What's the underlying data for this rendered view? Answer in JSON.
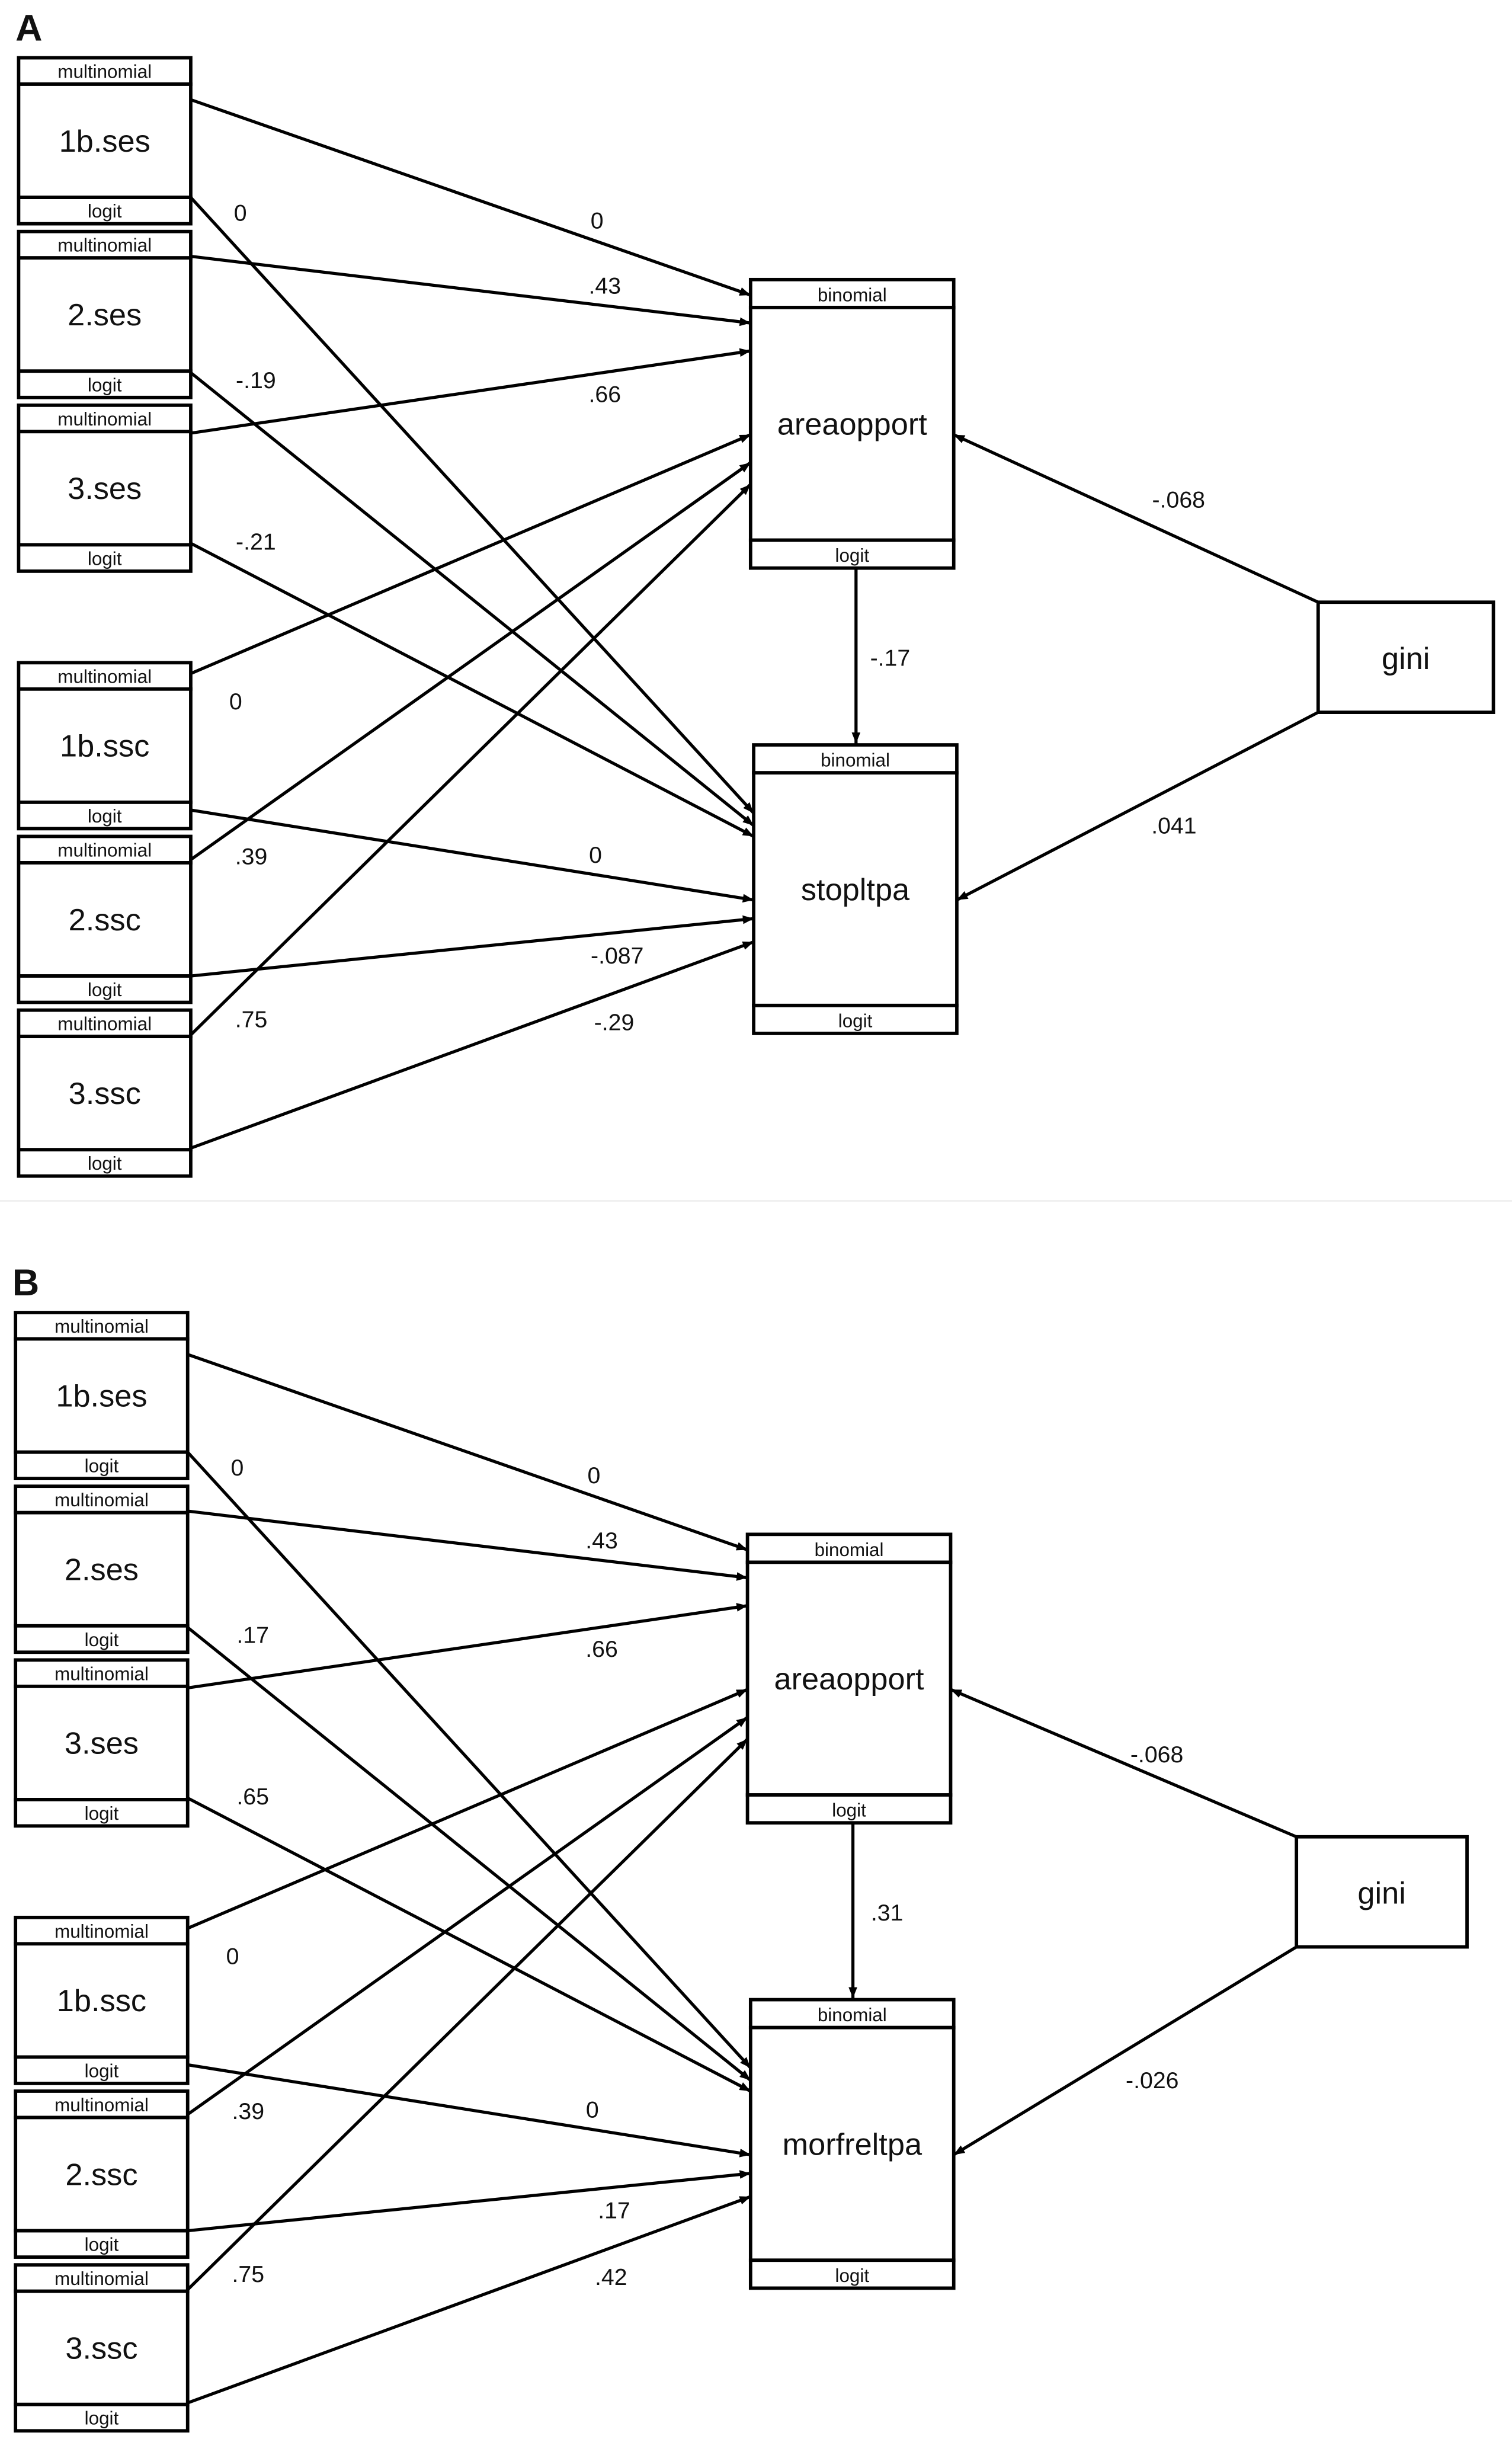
{
  "panels": [
    {
      "letter": "A",
      "exogenous": [
        "1b.ses",
        "2.ses",
        "3.ses",
        "1b.ssc",
        "2.ssc",
        "3.ssc"
      ],
      "exogenous_header": "multinomial",
      "exogenous_footer": "logit",
      "mediator": {
        "name": "areaopport",
        "header": "binomial",
        "footer": "logit"
      },
      "outcome": {
        "name": "stopltpa",
        "header": "binomial",
        "footer": "logit"
      },
      "context": {
        "name": "gini"
      },
      "coefficients": {
        "to_mediator": [
          "0",
          ".43",
          ".66",
          "0",
          ".39",
          ".75"
        ],
        "to_outcome": [
          "0",
          "-.19",
          "-.21",
          "0",
          "-.087",
          "-.29"
        ],
        "mediator_to_outcome": "-.17",
        "context_to_mediator": "-.068",
        "context_to_outcome": ".041"
      }
    },
    {
      "letter": "B",
      "exogenous": [
        "1b.ses",
        "2.ses",
        "3.ses",
        "1b.ssc",
        "2.ssc",
        "3.ssc"
      ],
      "exogenous_header": "multinomial",
      "exogenous_footer": "logit",
      "mediator": {
        "name": "areaopport",
        "header": "binomial",
        "footer": "logit"
      },
      "outcome": {
        "name": "morfreltpa",
        "header": "binomial",
        "footer": "logit"
      },
      "context": {
        "name": "gini"
      },
      "coefficients": {
        "to_mediator": [
          "0",
          ".43",
          ".66",
          "0",
          ".39",
          ".75"
        ],
        "to_outcome": [
          "0",
          ".17",
          ".65",
          "0",
          ".17",
          ".42"
        ],
        "mediator_to_outcome": ".31",
        "context_to_mediator": "-.068",
        "context_to_outcome": "-.026"
      }
    }
  ]
}
